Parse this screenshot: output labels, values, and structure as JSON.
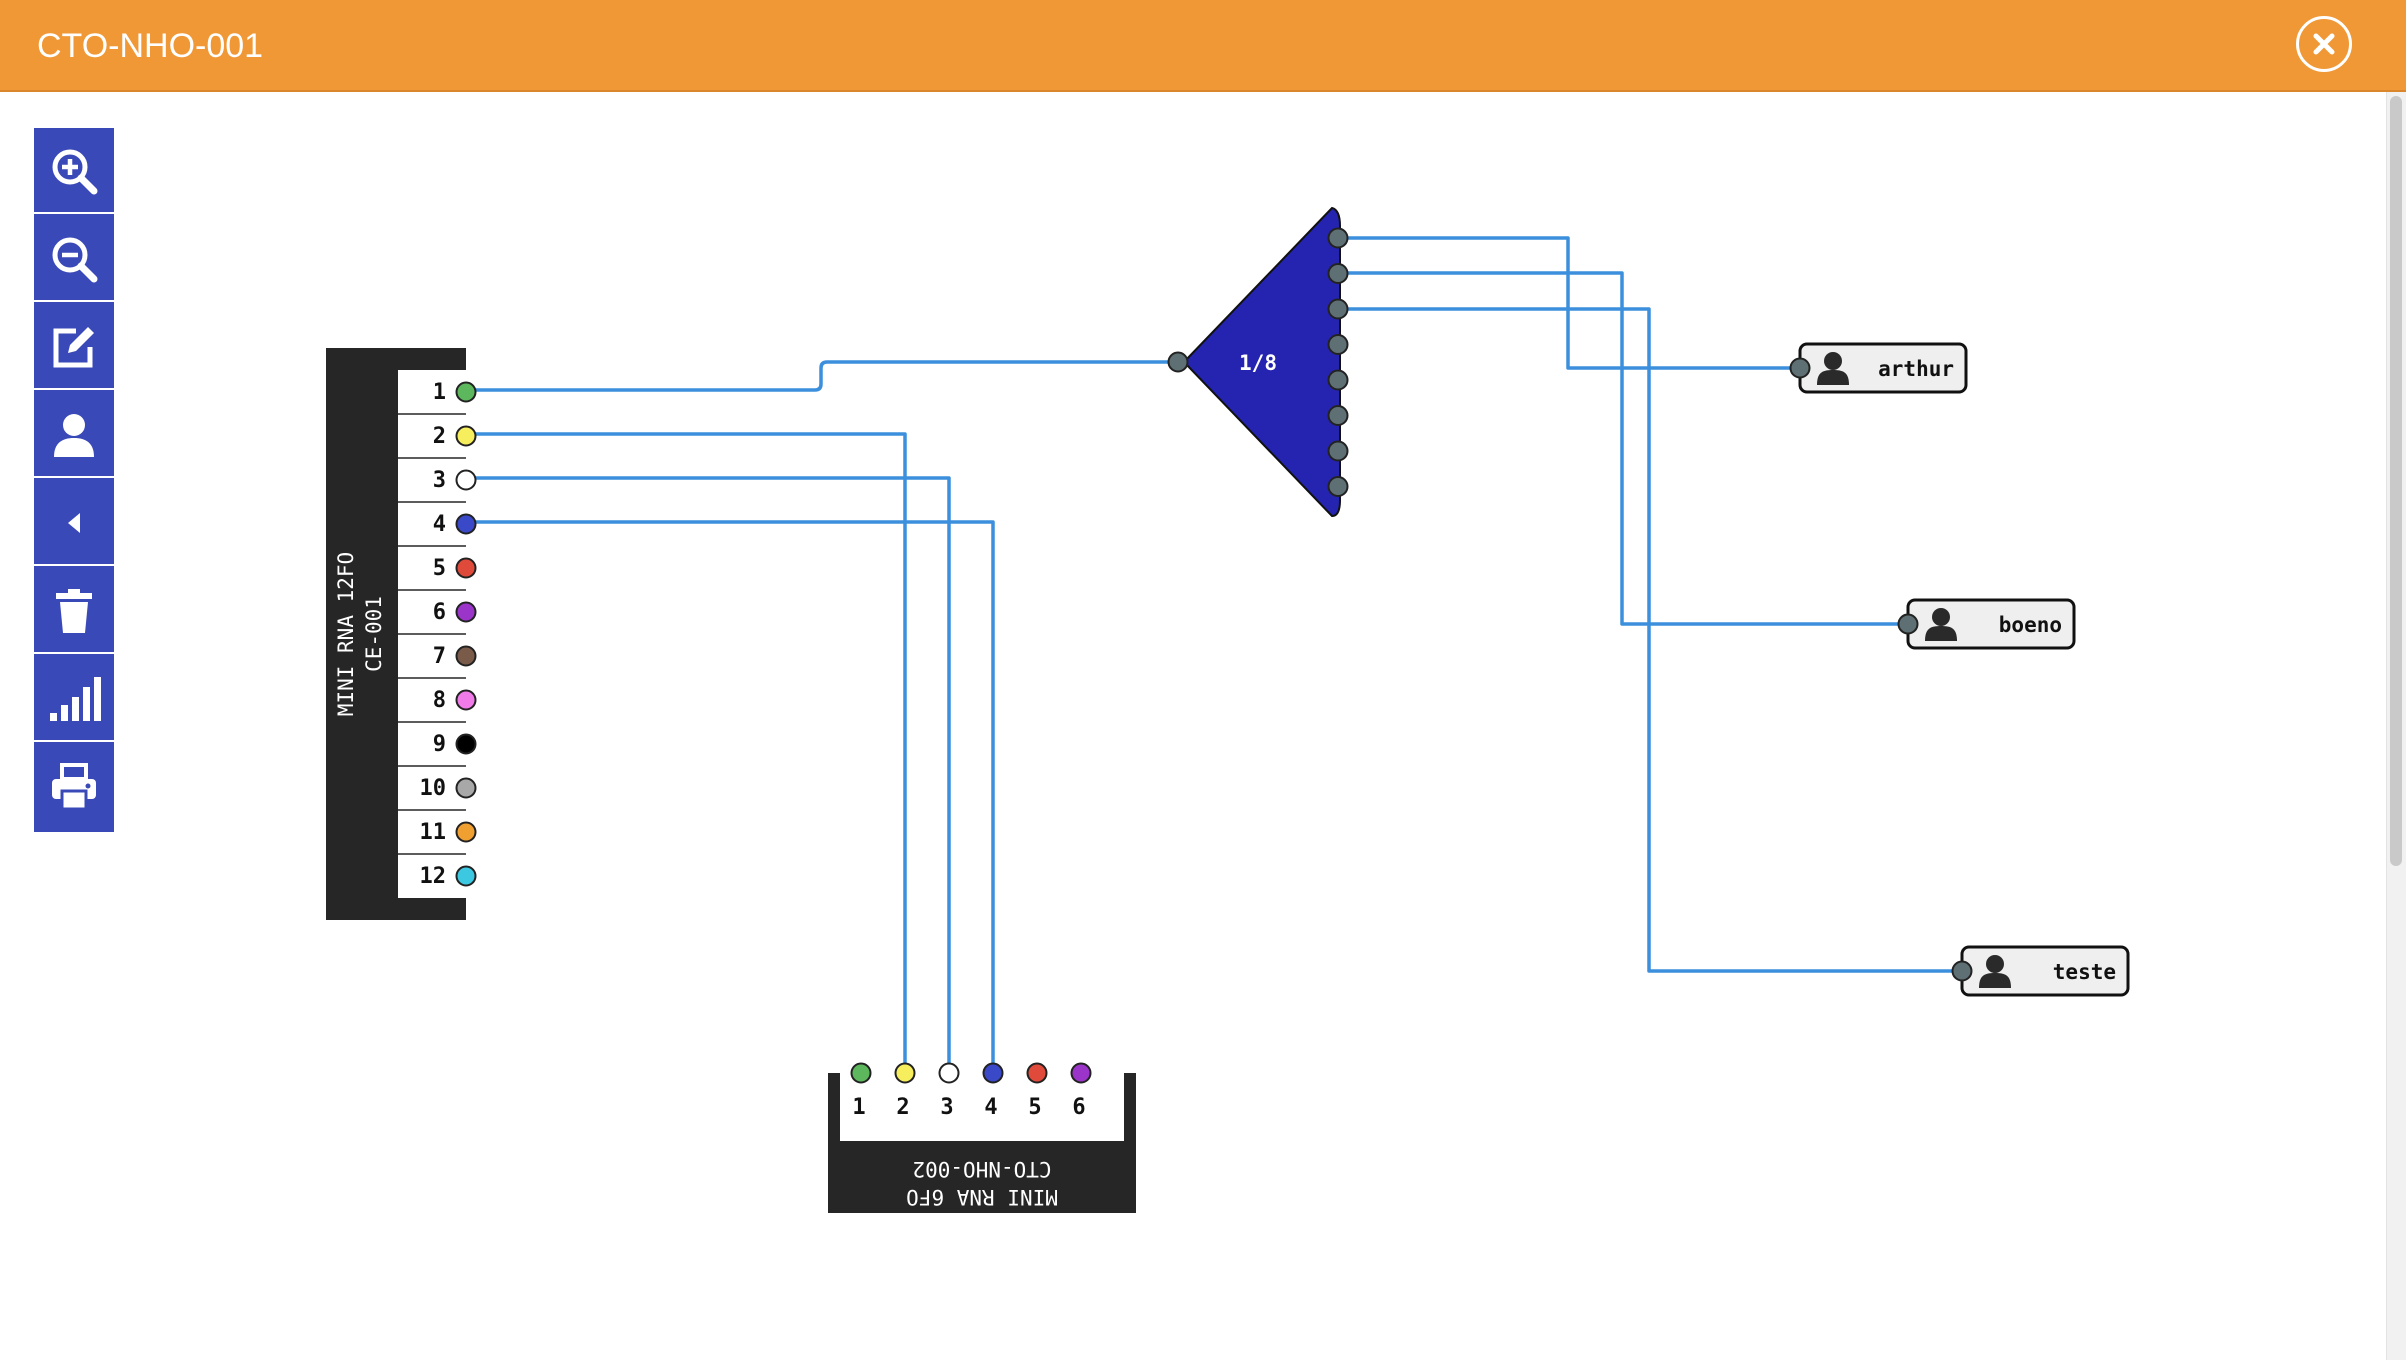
{
  "window": {
    "title": "CTO-NHO-001"
  },
  "toolbar": {
    "tools": [
      {
        "icon": "zoom-in-icon"
      },
      {
        "icon": "zoom-out-icon"
      },
      {
        "icon": "edit-icon"
      },
      {
        "icon": "user-icon"
      },
      {
        "icon": "caret-left-icon"
      },
      {
        "icon": "trash-icon"
      },
      {
        "icon": "signal-icon"
      },
      {
        "icon": "print-icon"
      }
    ]
  },
  "cable_left": {
    "line1": "MINI RNA 12FO",
    "line2": "CE-001",
    "fibers": [
      {
        "n": "1",
        "color": "#5DB85D"
      },
      {
        "n": "2",
        "color": "#F6EE5C"
      },
      {
        "n": "3",
        "color": "#FFFFFF"
      },
      {
        "n": "4",
        "color": "#3A49C8"
      },
      {
        "n": "5",
        "color": "#E04A3A"
      },
      {
        "n": "6",
        "color": "#9B35C9"
      },
      {
        "n": "7",
        "color": "#7A5A48"
      },
      {
        "n": "8",
        "color": "#F07BE8"
      },
      {
        "n": "9",
        "color": "#000000"
      },
      {
        "n": "10",
        "color": "#A8A8A8"
      },
      {
        "n": "11",
        "color": "#F0A030"
      },
      {
        "n": "12",
        "color": "#3CC8E0"
      }
    ]
  },
  "cable_bottom": {
    "line1": "CTO-NHO-002",
    "line2": "MINI RNA 6FO",
    "fibers": [
      {
        "n": "1",
        "color": "#5DB85D"
      },
      {
        "n": "2",
        "color": "#F6EE5C"
      },
      {
        "n": "3",
        "color": "#FFFFFF"
      },
      {
        "n": "4",
        "color": "#3A49C8"
      },
      {
        "n": "5",
        "color": "#E04A3A"
      },
      {
        "n": "6",
        "color": "#9B35C9"
      }
    ]
  },
  "splitter": {
    "label": "1/8",
    "outputs": 8,
    "color": "#2424B0"
  },
  "clients": [
    {
      "name": "arthur"
    },
    {
      "name": "boeno"
    },
    {
      "name": "teste"
    }
  ],
  "colors": {
    "accent": "#F09835",
    "toolbar": "#3A49B8",
    "wire": "#3C8FDC"
  }
}
